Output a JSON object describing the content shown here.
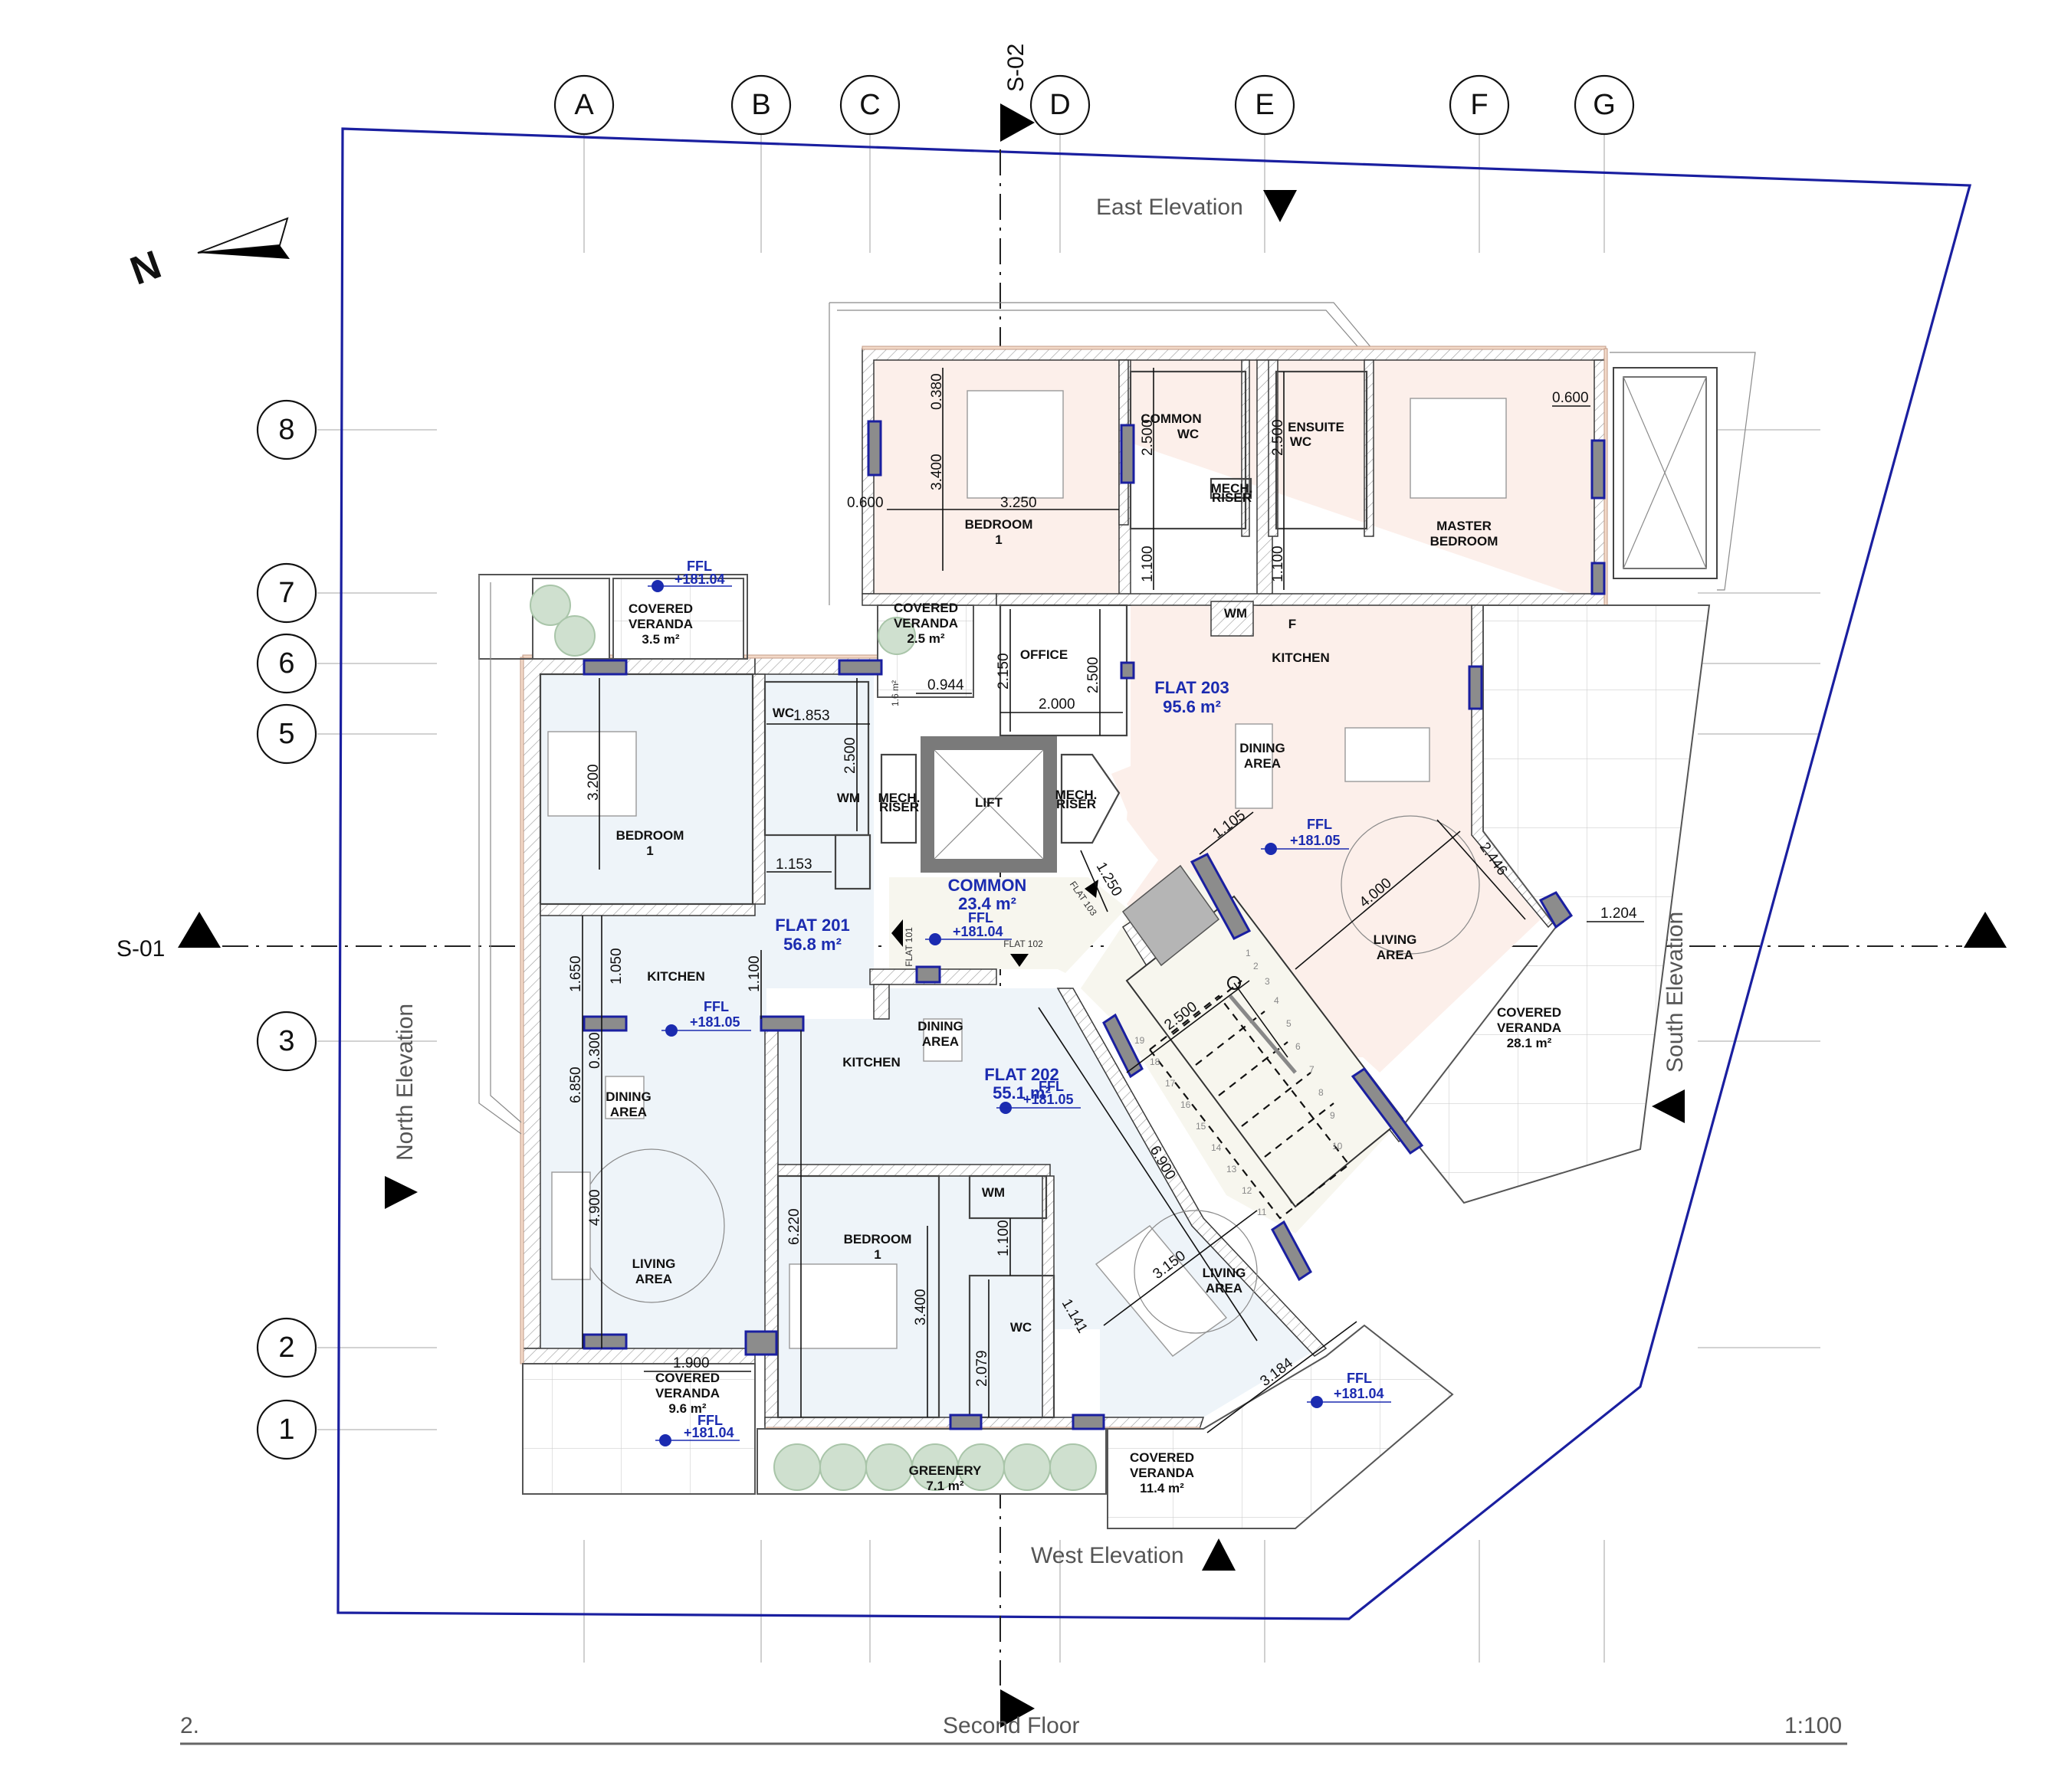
{
  "drawing": {
    "number": "2.",
    "title": "Second Floor",
    "scale": "1:100"
  },
  "grid": {
    "columns": [
      "A",
      "B",
      "C",
      "D",
      "E",
      "F",
      "G"
    ],
    "rows": [
      "8",
      "7",
      "6",
      "5",
      "3",
      "2",
      "1"
    ]
  },
  "north_arrow": {
    "label": "N"
  },
  "sections": {
    "s01": "S-01",
    "s02": "S-02"
  },
  "elevations": {
    "east": "East Elevation",
    "west": "West Elevation",
    "north": "North Elevation",
    "south": "South Elevation"
  },
  "flats": {
    "flat201": {
      "name": "FLAT 201",
      "area": "56.8 m²"
    },
    "flat202": {
      "name": "FLAT 202",
      "area": "55.1 m²"
    },
    "flat203": {
      "name": "FLAT 203",
      "area": "95.6 m²"
    },
    "common": {
      "name": "COMMON",
      "area": "23.4 m²"
    }
  },
  "ffl": {
    "label": "FFL",
    "v181_04": "+181.04",
    "v181_05": "+181.05"
  },
  "rooms": {
    "bedroom": "BEDROOM",
    "bedroom_num": "1",
    "master_bedroom_l1": "MASTER",
    "master_bedroom_l2": "BEDROOM",
    "common_wc_l1": "COMMON",
    "common_wc_l2": "WC",
    "ensuite_wc_l1": "ENSUITE",
    "ensuite_wc_l2": "WC",
    "wc": "WC",
    "kitchen": "KITCHEN",
    "office": "OFFICE",
    "dining_l1": "DINING",
    "dining_l2": "AREA",
    "living_l1": "LIVING",
    "living_l2": "AREA",
    "lift": "LIFT",
    "mech_l1": "MECH.",
    "mech_l2": "RISER",
    "wm": "WM",
    "fridge": "F",
    "covered_l1": "COVERED",
    "covered_l2": "VERANDA",
    "greenery": "GREENERY"
  },
  "areas": {
    "veranda_3_5": "3.5 m²",
    "veranda_2_5": "2.5 m²",
    "veranda_9_6": "9.6 m²",
    "veranda_11_4": "11.4 m²",
    "veranda_28_1": "28.1 m²",
    "greenery_7_1": "7.1 m²",
    "small_1_6": "1.6 m²"
  },
  "door_tags": {
    "flat101": "FLAT 101",
    "flat102": "FLAT 102",
    "flat103": "FLAT 103"
  },
  "dimensions": {
    "d0380": "0.380",
    "d3400": "3.400",
    "d0600": "0.600",
    "d3250": "3.250",
    "d2500": "2.500",
    "d1100": "1.100",
    "d2150": "2.150",
    "d2000": "2.000",
    "d0944": "0.944",
    "d1853": "1.853",
    "d3200": "3.200",
    "d1153": "1.153",
    "d1650": "1.650",
    "d1050": "1.050",
    "d0300": "0.300",
    "d6850": "6.850",
    "d4900": "4.900",
    "d1900": "1.900",
    "d6220": "6.220",
    "d2079": "2.079",
    "d6900": "6.900",
    "d3150": "3.150",
    "d3184": "3.184",
    "d1250": "1.250",
    "d1105": "1.105",
    "d4000": "4.000",
    "d2446": "2.446",
    "d1204": "1.204",
    "d1141": "1.141"
  },
  "stair_steps": [
    "1",
    "2",
    "3",
    "4",
    "5",
    "6",
    "7",
    "8",
    "9",
    "10",
    "11",
    "12",
    "13",
    "14",
    "15",
    "16",
    "17",
    "18",
    "19"
  ],
  "colors": {
    "property_line": "#1a1fa0",
    "flat_label": "#1b2bb0",
    "flat203_floor": "#fcefea",
    "flat201_202_floor": "#eef4f9",
    "common_floor": "#f7f6ee",
    "window": "#8c8c8c",
    "greenery": "#cfe0cf"
  }
}
